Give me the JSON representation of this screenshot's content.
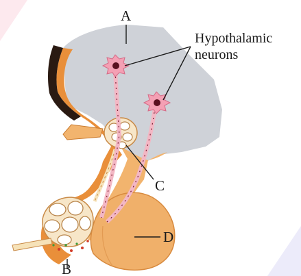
{
  "figure": {
    "labels": {
      "a": "A",
      "b": "B",
      "c": "C",
      "d": "D",
      "neurons_line1": "Hypothalamic",
      "neurons_line2": "neurons"
    },
    "colors": {
      "hypothalamus": "#cfd2d8",
      "stalk_orange": "#e98f3a",
      "stalk_light": "#f2b46e",
      "capillary": "#f7e6c8",
      "neuron_body": "#f4a0b4",
      "neuron_nucleus": "#5a1020",
      "axon": "#f3b7c4",
      "posterior_lobe": "#f0b06a",
      "vessel": "#f6e2b8"
    }
  }
}
